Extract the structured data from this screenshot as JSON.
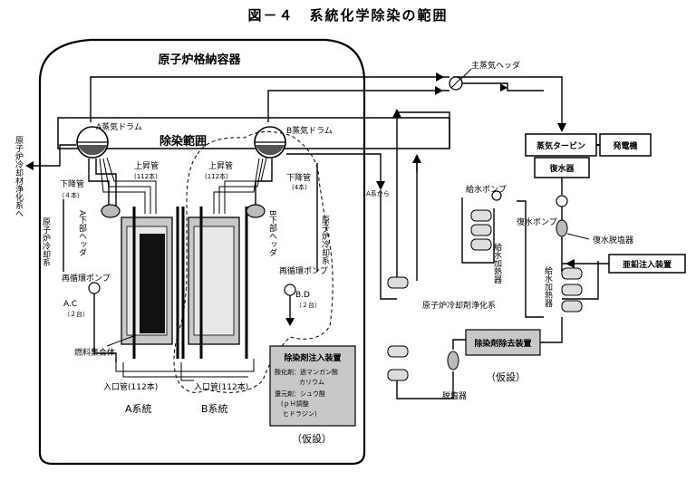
{
  "figure": {
    "title": "図－４　系統化学除染の範囲"
  },
  "labels": {
    "containment": "原子炉格納容器",
    "drum_a": "A蒸気ドラム",
    "drum_b": "B蒸気ドラム",
    "decon_range": "除染範囲",
    "riser_a": "上昇管",
    "riser_a_count": "(112本)",
    "riser_b": "上昇管",
    "riser_b_count": "(112本)",
    "downcomer_a": "下降管",
    "downcomer_a_count": "（４本）",
    "downcomer_b": "下降管",
    "downcomer_b_count": "(4本)",
    "header_a": "A下部ヘッダ",
    "header_b": "B下部ヘッダ",
    "cooling_a": "原子炉冷却系",
    "cooling_b": "原子炉冷却系",
    "pump_a": "再循環ポンプ",
    "pump_a_id": "A.C",
    "pump_a_count": "（２台）",
    "pump_b": "再循環ポンプ",
    "pump_b_id": "B.D",
    "pump_b_count": "（２台）",
    "fuel": "燃料集合体",
    "inlet_a": "入口管(112本)",
    "inlet_b": "入口管(112本)",
    "system_a": "A系統",
    "system_b": "B系統",
    "purif_left": "原子炉冷却材浄化系へ",
    "main_steam": "主蒸気ヘッダ",
    "from_a": "A系から",
    "turbine": "蒸気タービン",
    "generator": "発電機",
    "condenser": "復水器",
    "feed_pump": "給水ポンプ",
    "cond_pump": "復水ポンプ",
    "demin": "復水脱塩器",
    "zinc": "亜鉛注入装置",
    "feed_heater_1": "給水加熱器",
    "feed_heater_2": "給水加熱器",
    "purif_sys": "原子炉冷却剤浄化系",
    "decon_removal": "除染剤除去装置",
    "temp1": "（仮設）",
    "temp2": "（仮設）",
    "desalt": "脱塩器",
    "decon_inject": "除染剤注入装置",
    "oxidizer": "酸化剤：過マンガン酸",
    "oxidizer2": "カリウム",
    "reducer": "還元剤：シュウ酸",
    "ph": "(ｐＨ調整",
    "ph2": "ヒドラジン)"
  }
}
